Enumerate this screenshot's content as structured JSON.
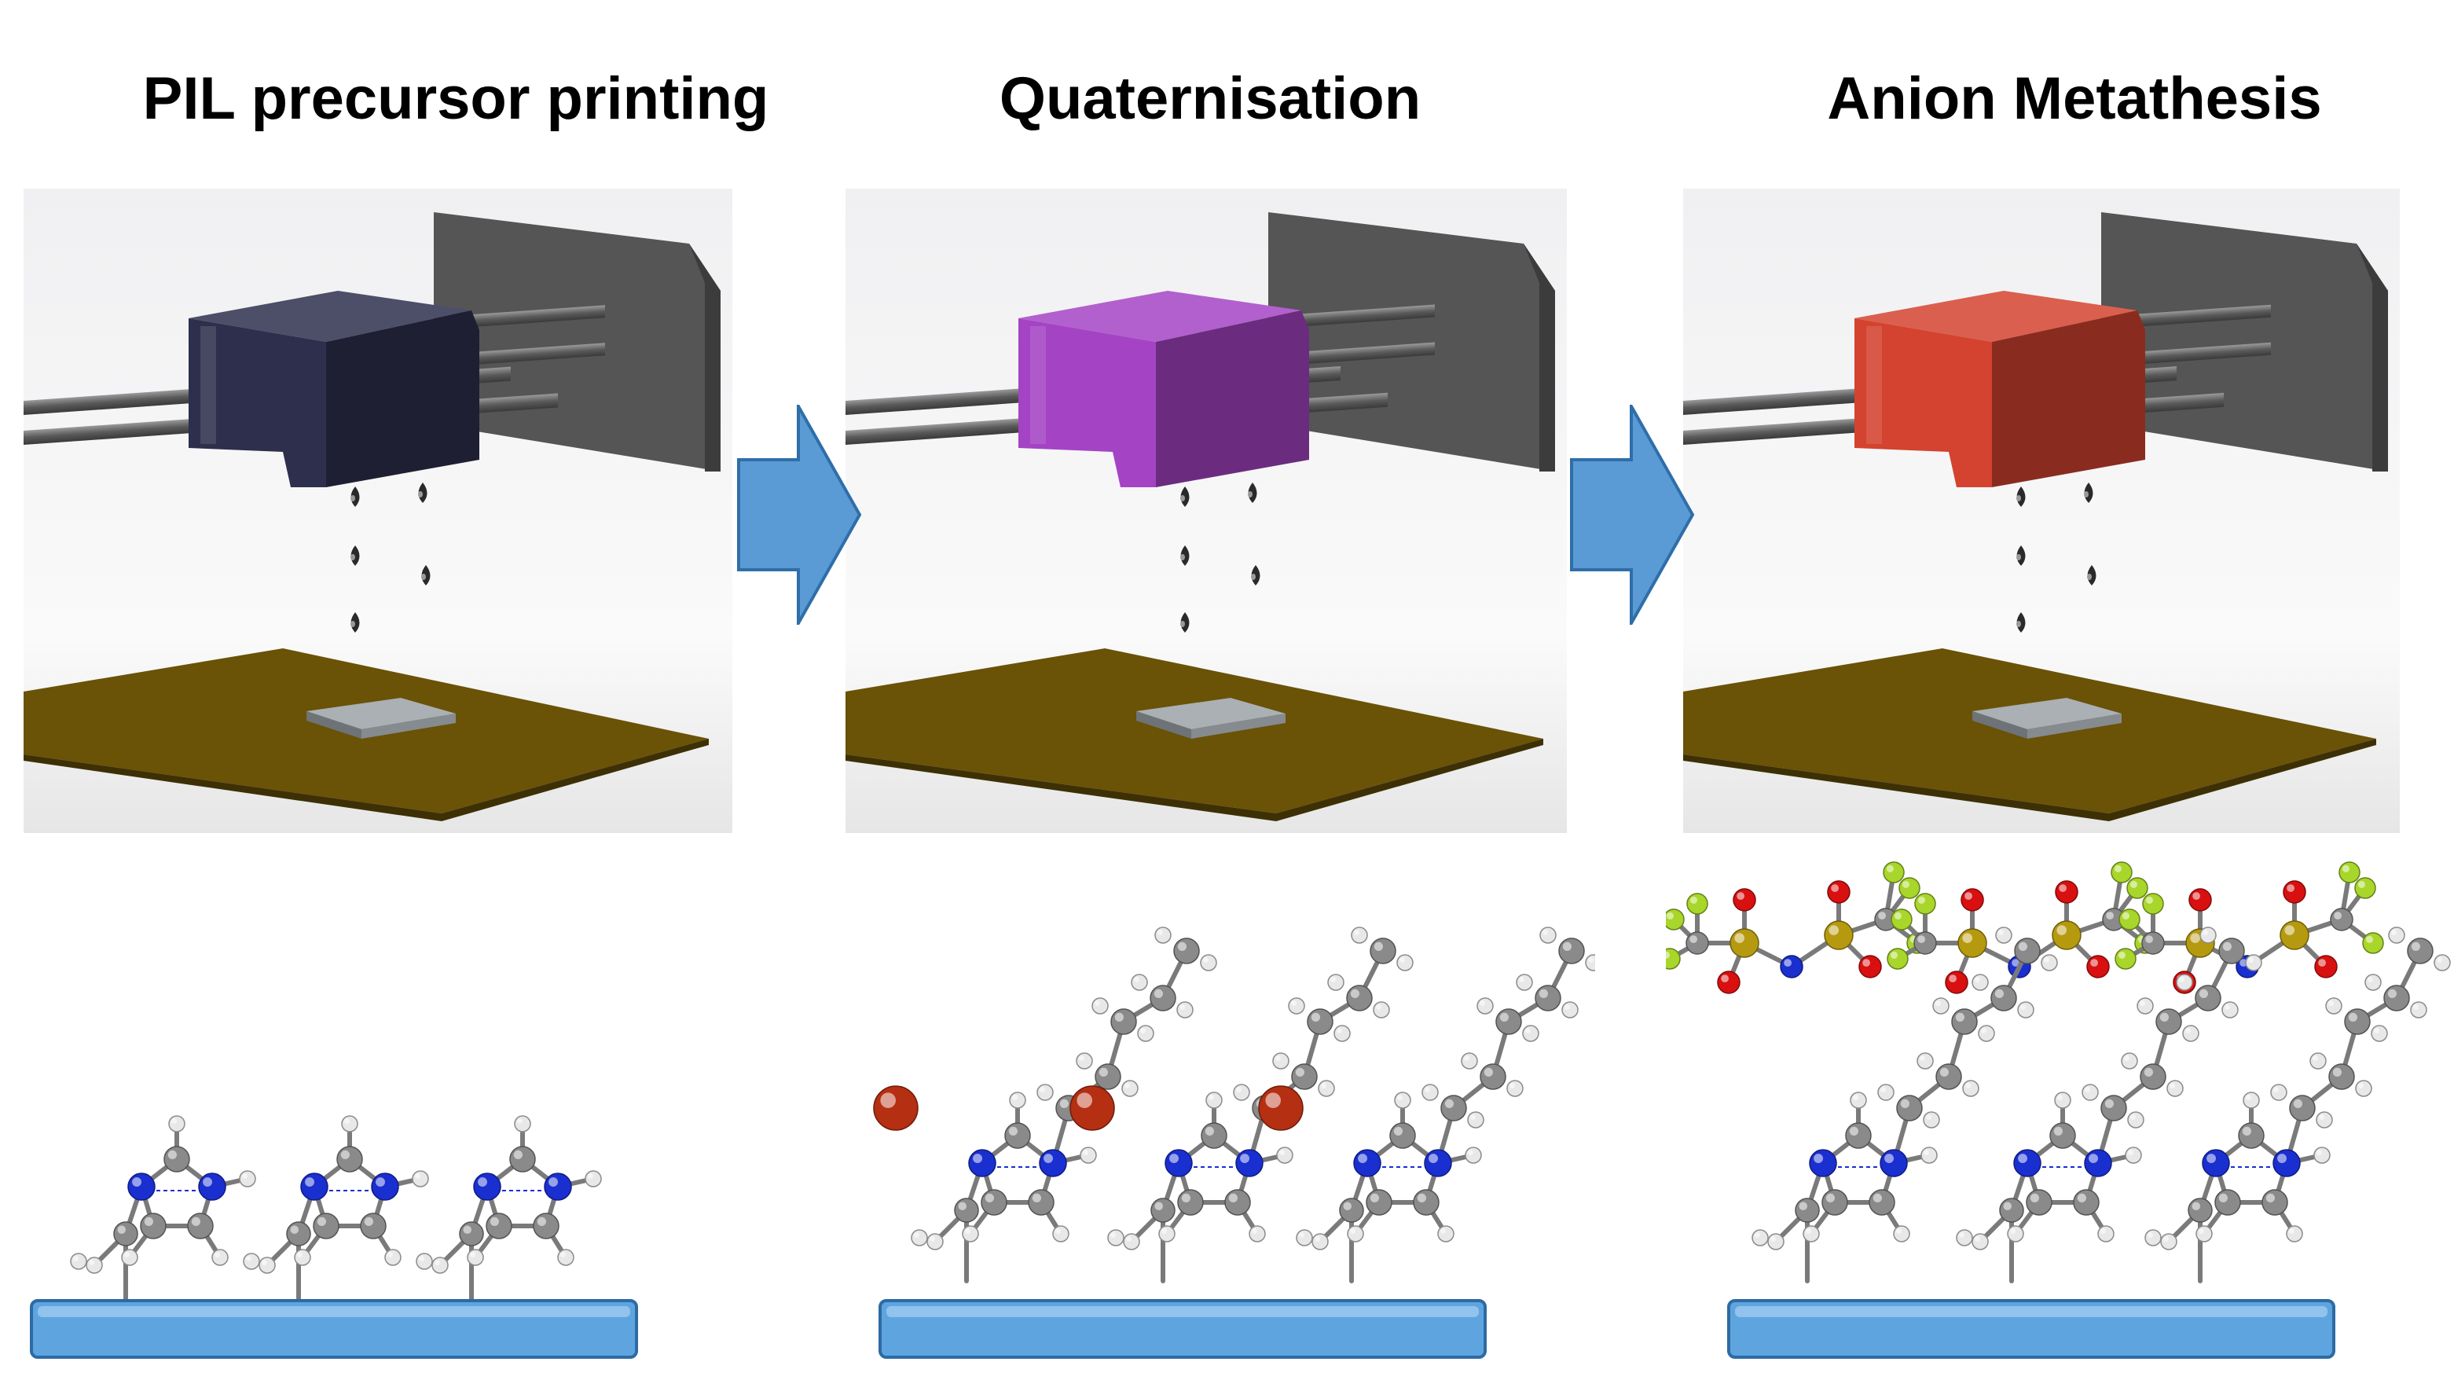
{
  "steps": [
    {
      "title": "PIL precursor printing",
      "head_color": "#2e2f4d"
    },
    {
      "title": "Quaternisation",
      "head_color": "#a444c4"
    },
    {
      "title": "Anion Metathesis",
      "head_color": "#d3432f"
    }
  ],
  "colors": {
    "arrow": "#5a9bd6",
    "substrate": "#6a5207",
    "electrode_bar": "#5ea5e0",
    "bromide": "#b52f12",
    "nitrogen": "#1a2fd0",
    "carbon": "#8a8a8a",
    "hydrogen": "#e8e8e8",
    "sulfur": "#b59a10",
    "oxygen": "#d81010",
    "fluorine": "#a8d62a"
  },
  "icons": [
    "process-arrow-icon",
    "printhead-icon",
    "droplet-icon",
    "substrate-plate-icon",
    "imidazole-molecule-icon",
    "bromide-ion-icon",
    "tfsi-anion-icon"
  ]
}
